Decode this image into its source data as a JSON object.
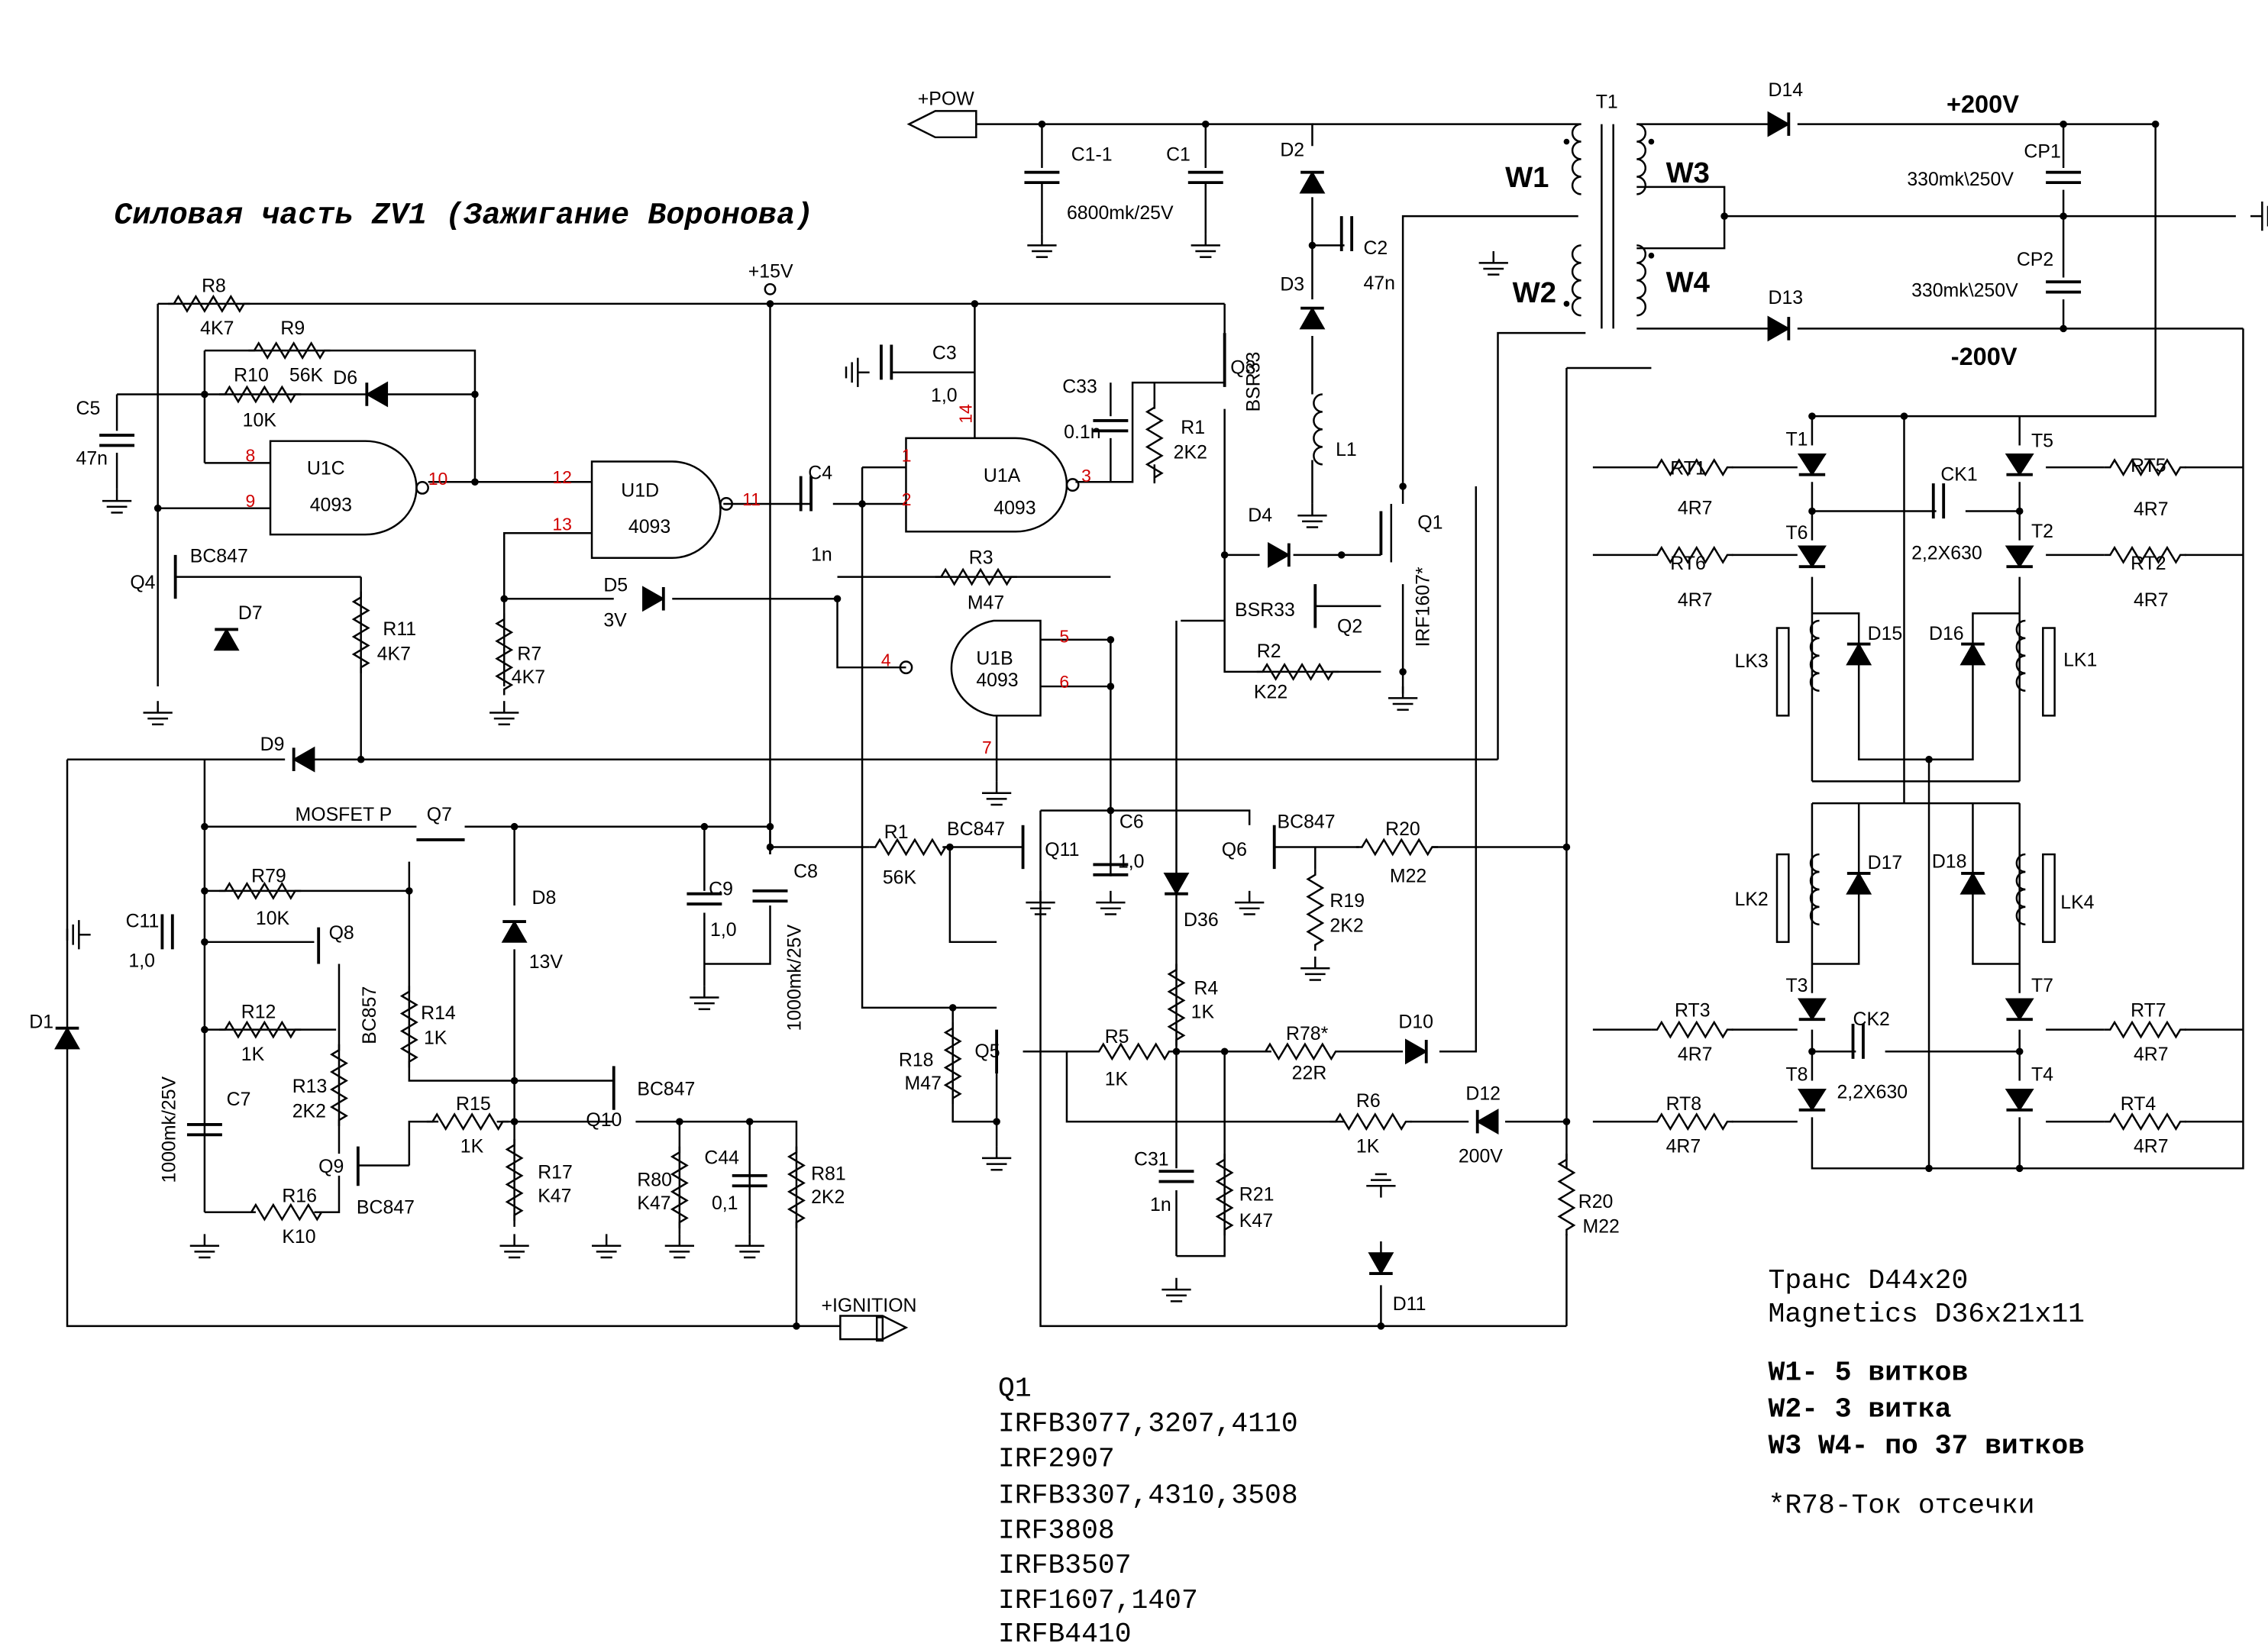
{
  "title": "Силовая часть ZV1 (Зажигание Воронова)",
  "ports": {
    "pow": "+POW",
    "ignition": "+IGNITION",
    "v15": "+15V"
  },
  "rails": {
    "pos": "+200V",
    "neg": "-200V"
  },
  "gates": {
    "u1c": {
      "name": "U1C",
      "part": "4093",
      "pins": [
        "8",
        "9",
        "10"
      ]
    },
    "u1d": {
      "name": "U1D",
      "part": "4093",
      "pins": [
        "12",
        "13",
        "11"
      ]
    },
    "u1a": {
      "name": "U1A",
      "part": "4093",
      "pins": [
        "1",
        "2",
        "3",
        "14"
      ]
    },
    "u1b": {
      "name": "U1B",
      "part": "4093",
      "pins": [
        "4",
        "5",
        "6",
        "7"
      ]
    }
  },
  "resistors": [
    {
      "name": "R8",
      "value": "4K7"
    },
    {
      "name": "R9",
      "value": "56K"
    },
    {
      "name": "R10",
      "value": "10K"
    },
    {
      "name": "R1",
      "value": "2K2"
    },
    {
      "name": "R3",
      "value": "M47"
    },
    {
      "name": "R7",
      "value": "4K7"
    },
    {
      "name": "R11",
      "value": "4K7"
    },
    {
      "name": "R2",
      "value": "K22"
    },
    {
      "name": "R1",
      "value": "56K"
    },
    {
      "name": "R20",
      "value": "M22"
    },
    {
      "name": "R19",
      "value": "2K2"
    },
    {
      "name": "R79",
      "value": "10K"
    },
    {
      "name": "R12",
      "value": "1K"
    },
    {
      "name": "R14",
      "value": "1K"
    },
    {
      "name": "R13",
      "value": "2K2"
    },
    {
      "name": "R4",
      "value": "1K"
    },
    {
      "name": "R18",
      "value": "M47"
    },
    {
      "name": "R5",
      "value": "1K"
    },
    {
      "name": "R78*",
      "value": "22R"
    },
    {
      "name": "R6",
      "value": "1K"
    },
    {
      "name": "R15",
      "value": "1K"
    },
    {
      "name": "R17",
      "value": "K47"
    },
    {
      "name": "R80",
      "value": "K47"
    },
    {
      "name": "R81",
      "value": "2K2"
    },
    {
      "name": "R16",
      "value": "K10"
    },
    {
      "name": "R21",
      "value": "K47"
    },
    {
      "name": "R20",
      "value": "M22"
    }
  ],
  "rt": [
    {
      "name": "RT1",
      "value": "4R7"
    },
    {
      "name": "RT5",
      "value": "4R7"
    },
    {
      "name": "RT6",
      "value": "4R7"
    },
    {
      "name": "RT2",
      "value": "4R7"
    },
    {
      "name": "RT3",
      "value": "4R7"
    },
    {
      "name": "RT7",
      "value": "4R7"
    },
    {
      "name": "RT8",
      "value": "4R7"
    },
    {
      "name": "RT4",
      "value": "4R7"
    }
  ],
  "capacitors": [
    {
      "name": "C1-1",
      "value": "6800mk/25V"
    },
    {
      "name": "C1",
      "value": "6800mk/25V"
    },
    {
      "name": "C2",
      "value": "47n"
    },
    {
      "name": "C3",
      "value": "1,0"
    },
    {
      "name": "C33",
      "value": "0.1n"
    },
    {
      "name": "C5",
      "value": "47n"
    },
    {
      "name": "C4",
      "value": "1n"
    },
    {
      "name": "C6",
      "value": "1,0"
    },
    {
      "name": "C9",
      "value": "1,0"
    },
    {
      "name": "C8",
      "value": "1000mk/25V"
    },
    {
      "name": "C11",
      "value": "1,0"
    },
    {
      "name": "C7",
      "value": "1000mk/25V"
    },
    {
      "name": "C44",
      "value": "0,1"
    },
    {
      "name": "C31",
      "value": "1n"
    },
    {
      "name": "CP1",
      "value": "330mk\\250V"
    },
    {
      "name": "CP2",
      "value": "330mk\\250V"
    },
    {
      "name": "CK1",
      "value": "2,2X630"
    },
    {
      "name": "CK2",
      "value": "2,2X630"
    }
  ],
  "transistors": [
    {
      "name": "Q3",
      "part": "BSR33"
    },
    {
      "name": "Q1",
      "part": "IRF1607*"
    },
    {
      "name": "Q2",
      "part": "BSR33"
    },
    {
      "name": "Q4",
      "part": "BC847"
    },
    {
      "name": "Q7",
      "part": "MOSFET P"
    },
    {
      "name": "Q11",
      "part": "BC847"
    },
    {
      "name": "Q6",
      "part": "BC847"
    },
    {
      "name": "Q8",
      "part": "BC857"
    },
    {
      "name": "Q5",
      "part": ""
    },
    {
      "name": "Q10",
      "part": "BC847"
    },
    {
      "name": "Q9",
      "part": "BC847"
    }
  ],
  "diodes": [
    {
      "name": "D14"
    },
    {
      "name": "D13"
    },
    {
      "name": "D2"
    },
    {
      "name": "D3"
    },
    {
      "name": "D6"
    },
    {
      "name": "D4"
    },
    {
      "name": "D5",
      "value": "3V"
    },
    {
      "name": "D7"
    },
    {
      "name": "D9"
    },
    {
      "name": "D8",
      "value": "13V"
    },
    {
      "name": "D36"
    },
    {
      "name": "D10"
    },
    {
      "name": "D12",
      "value": "200V"
    },
    {
      "name": "D11"
    },
    {
      "name": "D1"
    },
    {
      "name": "D15"
    },
    {
      "name": "D16"
    },
    {
      "name": "D17"
    },
    {
      "name": "D18"
    }
  ],
  "thyristors": [
    "T1",
    "T5",
    "T6",
    "T2",
    "T3",
    "T7",
    "T8",
    "T4"
  ],
  "inductors": [
    "L1",
    "LK3",
    "LK1",
    "LK2",
    "LK4"
  ],
  "transformer": {
    "name": "T1",
    "windings": [
      "W1",
      "W2",
      "W3",
      "W4"
    ]
  },
  "notes": {
    "trans": [
      "Транс D44x20",
      "Magnetics D36x21x11"
    ],
    "windings": [
      "W1- 5 витков",
      "W2- 3 витка",
      "W3 W4- по 37 витков"
    ],
    "r78": "*R78-Ток отсечки"
  },
  "q1_list": {
    "title": "Q1",
    "items": [
      "IRFB3077,3207,4110",
      "IRF2907",
      "IRFB3307,4310,3508",
      "IRF3808",
      "IRFB3507",
      "IRF1607,1407",
      "IRFB4410"
    ]
  }
}
